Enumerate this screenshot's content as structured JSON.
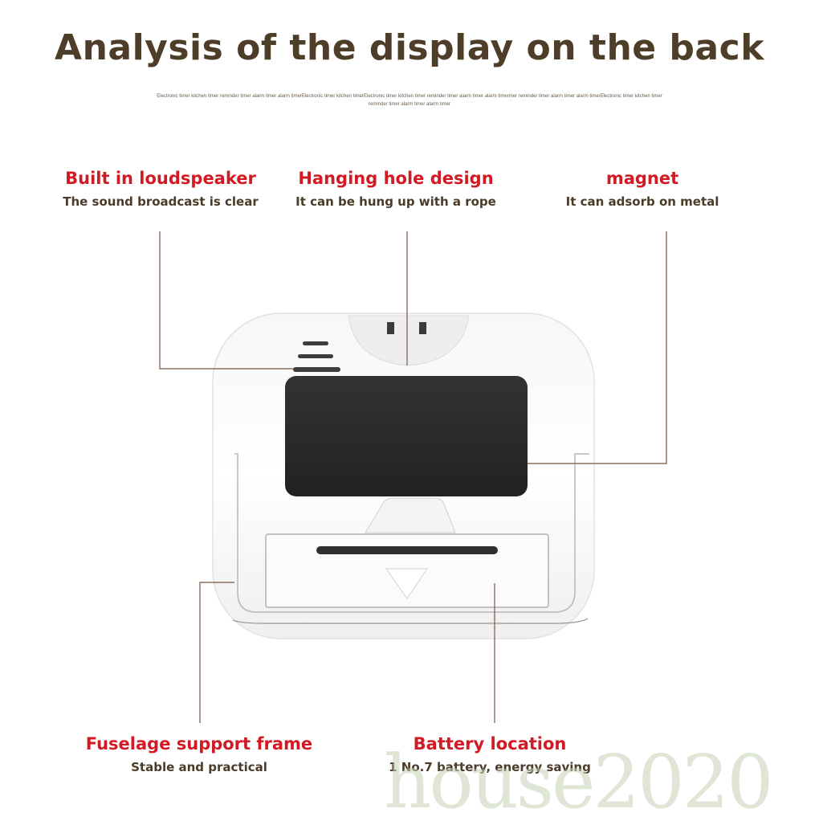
{
  "title": "Analysis of the display on the back",
  "subtitle": "Electronic timer kitchen timer reminder timer alarm timer alarm timerElectronic timer kitchen timerElectronic timer kitchen timer reminder timer alarm timer alarm timermer reminder timer alarm timer alarm timerElectronic timer kitchen timer reminder timer alarm timer alarm timer",
  "features": {
    "speaker": {
      "name": "Built in loudspeaker",
      "desc": "The sound broadcast is clear"
    },
    "hanging": {
      "name": "Hanging hole design",
      "desc": "It can be hung up with a rope"
    },
    "magnet": {
      "name": "magnet",
      "desc": "It can adsorb on metal"
    },
    "frame": {
      "name": "Fuselage support frame",
      "desc": "Stable and practical"
    },
    "battery": {
      "name": "Battery location",
      "desc": "1 No.7 battery, energy saving"
    }
  },
  "watermark": "house2020",
  "colors": {
    "title": "#4e3d28",
    "feature_name": "#d21a25",
    "feature_desc": "#4b3c2a",
    "leader_line": "#8a6f5c",
    "magnet_pad": "#2b2b2b"
  }
}
